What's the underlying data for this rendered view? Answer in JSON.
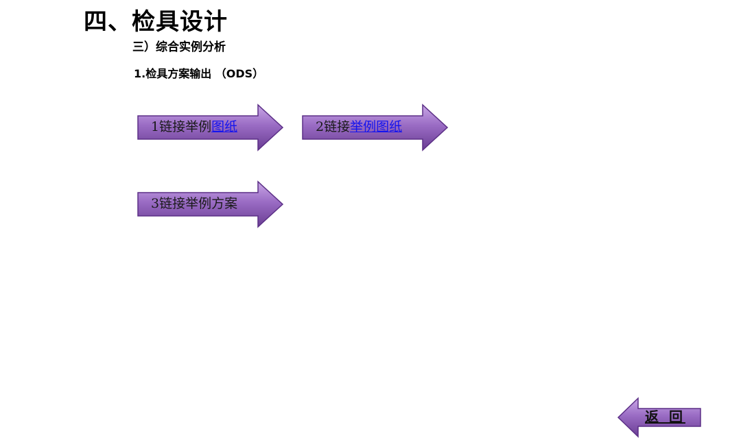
{
  "slide": {
    "title": "四、检具设计",
    "subtitle": "三）综合实例分析",
    "section": "1.检具方案输出 （ODS）"
  },
  "links": [
    {
      "prefix": "1链接举例",
      "link_text": "图纸"
    },
    {
      "prefix": "2链接",
      "link_text": "举例图纸"
    },
    {
      "prefix": "3链接举例方案",
      "link_text": ""
    }
  ],
  "back": {
    "label": "返 回"
  },
  "colors": {
    "arrow_fill_top": "#b48ad8",
    "arrow_fill_bottom": "#6a3d93",
    "arrow_stroke": "#5b2f86",
    "link": "#1414ee"
  }
}
